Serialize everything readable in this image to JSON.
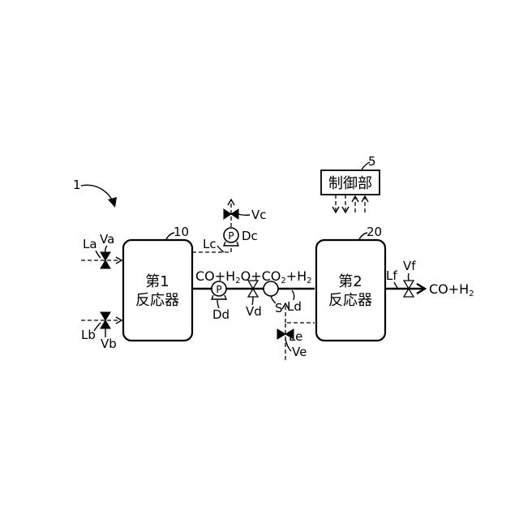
{
  "system": {
    "ref": "1"
  },
  "reactor1": {
    "ref": "10",
    "line1": "第1",
    "line2": "反応器"
  },
  "reactor2": {
    "ref": "20",
    "line1": "第2",
    "line2": "反応器"
  },
  "controller": {
    "ref": "5",
    "label": "制御部"
  },
  "pump_symbol": "P",
  "flows": {
    "mid_part1": "CO+H",
    "mid_part2": "O+CO",
    "mid_part3": "+H",
    "sub2": "2",
    "out_part1": "CO+H",
    "out_sub": "2"
  },
  "lines": {
    "La": "La",
    "Lb": "Lb",
    "Lc": "Lc",
    "Ld": "Ld",
    "Le": "Le",
    "Lf": "Lf"
  },
  "valves": {
    "Va": "Va",
    "Vb": "Vb",
    "Vc": "Vc",
    "Vd": "Vd",
    "Ve": "Ve",
    "Vf": "Vf"
  },
  "pumps": {
    "Dc": "Dc",
    "Dd": "Dd"
  },
  "sensor": {
    "S": "S"
  }
}
